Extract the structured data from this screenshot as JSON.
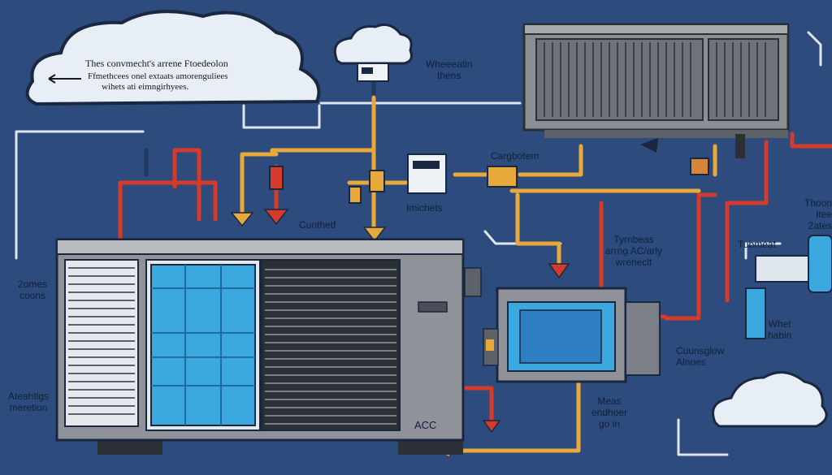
{
  "palette": {
    "background": "#2d4b7c",
    "pipe_red": "#d63a2a",
    "pipe_yellow": "#e8a93a",
    "pipe_light": "#dfe6ee",
    "unit_gray": "#7c7f86",
    "panel_blue": "#3ba9e0"
  },
  "cloud_main": {
    "line1": "Thes convmecht's arrene Ftoedeolon",
    "line2": "Ffmethcees onel extaats amorenguliees",
    "line3": "wihets ati eimngirhyees."
  },
  "labels": {
    "top_right_label": "Wheeeatin\nthens",
    "carbon_label": "Cargbotem",
    "current_label": "Cunthetf",
    "instructs_label": "Imichets",
    "middle_label": "Tyrnbeas\narrng AC/arly\nwreneclt",
    "left_label_upper": "2omes\ncoons",
    "left_label_lower": "Ateahtigs\nmeretion",
    "far_right_label": "Thoon\nItee\n2ates",
    "thermostat_label": "Tubmeat",
    "right_small_label": "Whet\nhabin",
    "bottom_right_label": "Cuunsglow\nAlnoes",
    "bottom_center_label": "Meas\nendhoer\ngo in",
    "unit_brand": "ACC"
  },
  "icons": [
    "thermostat-icon",
    "control-box-icon",
    "valve-icon",
    "arrow-icon",
    "cloud-icon",
    "fan-icon"
  ]
}
